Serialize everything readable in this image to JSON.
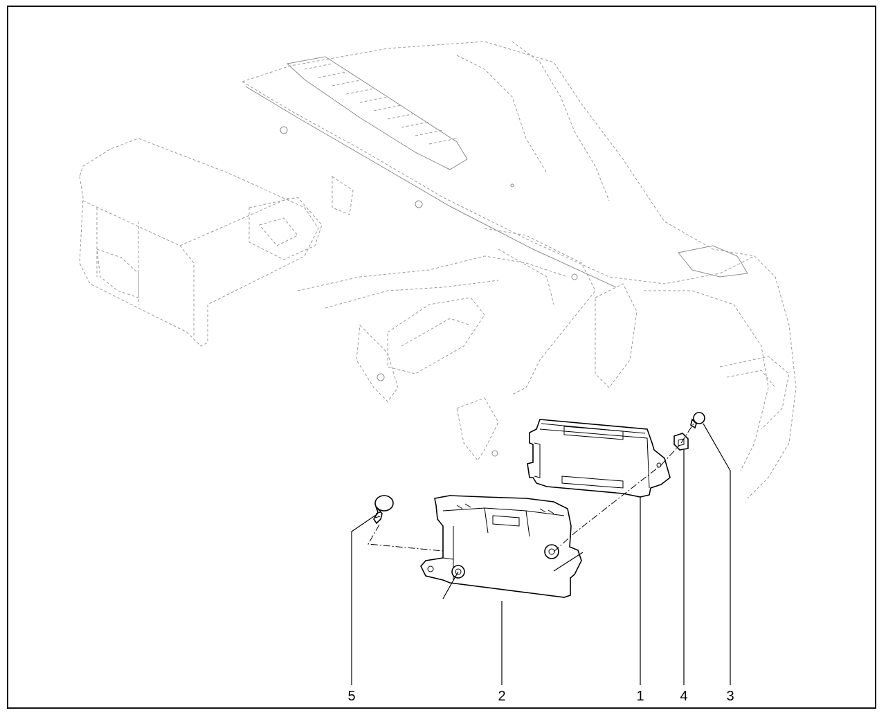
{
  "diagram": {
    "callouts": [
      {
        "id": "5",
        "label": "5"
      },
      {
        "id": "2",
        "label": "2"
      },
      {
        "id": "1",
        "label": "1"
      },
      {
        "id": "4",
        "label": "4"
      },
      {
        "id": "3",
        "label": "3"
      }
    ]
  }
}
